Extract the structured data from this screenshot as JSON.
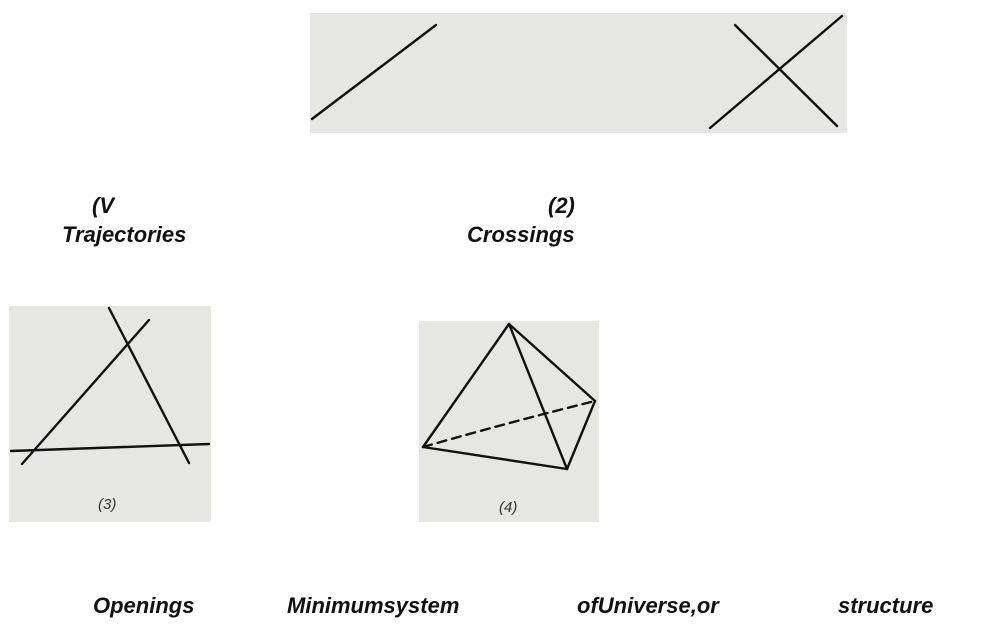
{
  "figures": {
    "fig1": {
      "caption_num": "(V",
      "caption_word": "Trajectories"
    },
    "fig2": {
      "caption_num": "(2)",
      "caption_word": "Crossings"
    },
    "fig3": {
      "label": "(3)"
    },
    "fig4": {
      "label": "(4)"
    }
  },
  "bottom_caption": {
    "word1": "Openings",
    "word2": "Minimumsystem",
    "word3": "ofUniverse,or",
    "word4": "structure"
  }
}
